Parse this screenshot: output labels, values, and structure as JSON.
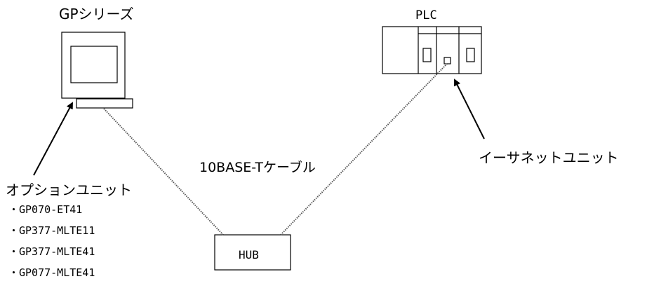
{
  "labels": {
    "gp_series": "GPシリーズ",
    "plc": "PLC",
    "cable": "10BASE-Tケーブル",
    "ethernet_unit": "イーサネットユニット",
    "option_unit": "オプションユニット",
    "hub": "HUB"
  },
  "option_models": [
    "・GP070-ET41",
    "・GP377-MLTE11",
    "・GP377-MLTE41",
    "・GP077-MLTE41"
  ],
  "colors": {
    "line": "#000000",
    "cable": "#555555",
    "background": "#ffffff"
  }
}
